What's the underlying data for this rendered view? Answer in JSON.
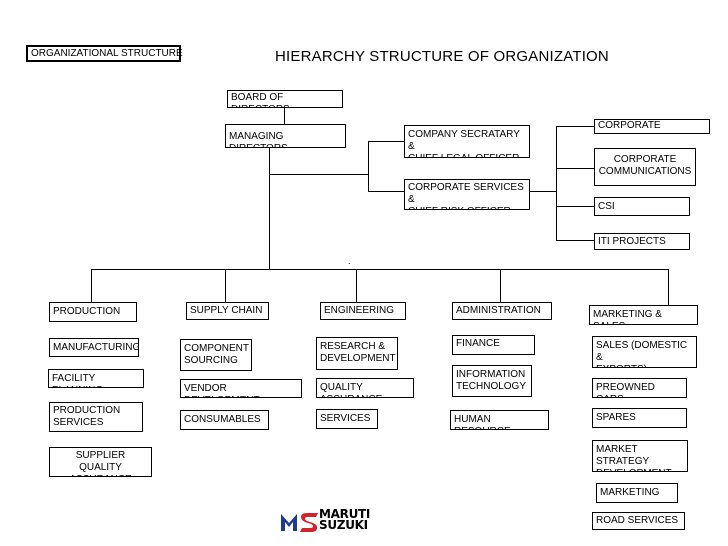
{
  "header": {
    "tag": "ORGANIZATIONAL STRUCTURE",
    "title": "HIERARCHY STRUCTURE OF ORGANIZATION"
  },
  "top": {
    "board": "BOARD OF DIRECTORS",
    "md": "MANAGING DIRECTORS",
    "secretary": "COMPANY SECRATARY &\nCHIEF LEGAL OFFICER",
    "corporate_services": "CORPORATE SERVICES &\nCHIEF RISK OFFICER"
  },
  "right_units": {
    "planning": "CORPORATE PLANNING",
    "communications": "CORPORATE\nCOMMUNICATIONS",
    "csi": "CSI",
    "iti": "ITI PROJECTS"
  },
  "departments": {
    "production": "PRODUCTION",
    "supply_chain": "SUPPLY CHAIN",
    "engineering": "ENGINEERING",
    "administration": "ADMINISTRATION",
    "marketing": "MARKETING & SALES"
  },
  "production_items": [
    "MANUFACTURING",
    "FACILITY PLANNING",
    "PRODUCTION\nSERVICES",
    "SUPPLIER\nQUALITY ASSURANCE"
  ],
  "supply_items": [
    "COMPONENT\nSOURCING",
    "VENDOR DEVELOPMENT",
    "CONSUMABLES"
  ],
  "engineering_items": [
    "RESEARCH &\nDEVELOPMENT",
    "QUALITY ASSURANCE",
    "SERVICES"
  ],
  "admin_items": [
    "FINANCE",
    "INFORMATION\nTECHNOLOGY",
    "HUMAN RESOURCE"
  ],
  "marketing_items": [
    "SALES (DOMESTIC &\nEXPORTS)",
    "PREOWNED CARS",
    "SPARES",
    "MARKET STRATEGY\nDEVELOPMENT",
    "MARKETING",
    "ROAD SERVICES"
  ],
  "misc": {
    "dot": "."
  },
  "logo": {
    "line1": "MARUTI",
    "line2": "SUZUKI",
    "colors": {
      "red": "#d2232a",
      "blue": "#1f3a93",
      "black": "#000000"
    }
  }
}
